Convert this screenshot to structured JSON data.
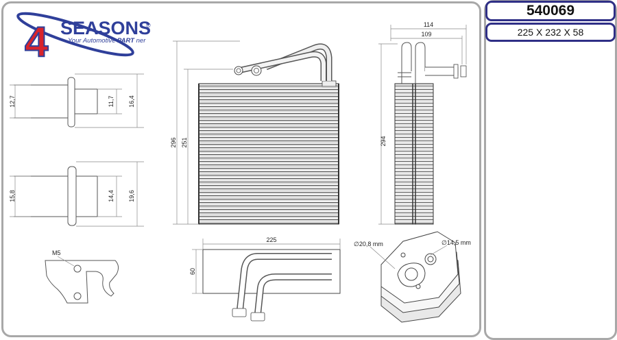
{
  "product": {
    "part_number": "540069",
    "dimensions": "225 X 232 X 58"
  },
  "logo": {
    "digit": "4",
    "brand": "SEASONS",
    "registered": "®",
    "tagline_pre": "Your Automotive ",
    "tagline_bold": "PART",
    "tagline_post": " ner"
  },
  "fittings": {
    "fitting_a": {
      "outer": "12,7",
      "inner": "11,7",
      "flange": "16,4"
    },
    "fitting_b": {
      "outer": "15,8",
      "inner": "14,4",
      "flange": "19,6"
    }
  },
  "bracket": {
    "thread": "M5"
  },
  "front_view": {
    "height_overall": "296",
    "height_core": "251"
  },
  "side_view": {
    "depth_overall": "114",
    "depth_core": "109",
    "height": "294"
  },
  "bottom_view": {
    "width": "225",
    "depth": "60"
  },
  "flange_block": {
    "port_large": "∅20,8 mm",
    "port_small": "∅14,5 mm"
  },
  "colors": {
    "brand_blue": "#2f3f9a",
    "logo_red": "#d8242c",
    "frame_gray": "#a8a8a8",
    "box_border": "#2f2f86"
  }
}
